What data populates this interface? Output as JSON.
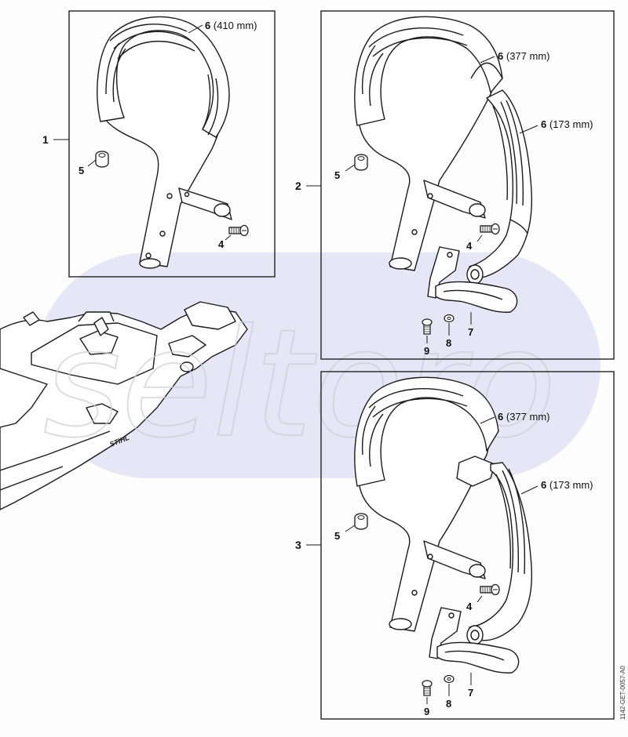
{
  "watermark": "seltoro",
  "doc_code": "1142-GET-0057-A0",
  "brand_mark": "STIHL",
  "panels": [
    {
      "id": "1",
      "callouts": [
        {
          "id": "6",
          "length": "(410 mm)"
        },
        {
          "id": "5"
        },
        {
          "id": "4"
        }
      ]
    },
    {
      "id": "2",
      "callouts": [
        {
          "id": "6",
          "length": "(377 mm)"
        },
        {
          "id": "6",
          "length": "(173 mm)"
        },
        {
          "id": "5"
        },
        {
          "id": "4"
        },
        {
          "id": "9"
        },
        {
          "id": "8"
        },
        {
          "id": "7"
        }
      ]
    },
    {
      "id": "3",
      "callouts": [
        {
          "id": "6",
          "length": "(377 mm)"
        },
        {
          "id": "6",
          "length": "(173 mm)"
        },
        {
          "id": "5"
        },
        {
          "id": "4"
        },
        {
          "id": "9"
        },
        {
          "id": "8"
        },
        {
          "id": "7"
        }
      ]
    }
  ],
  "colors": {
    "line": "#1a1a1a",
    "panel_border": "#222222",
    "watermark_band": "#e6e6f6"
  }
}
